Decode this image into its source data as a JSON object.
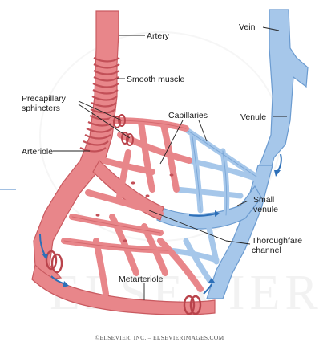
{
  "figure": {
    "labels": {
      "artery": "Artery",
      "vein": "Vein",
      "smooth_muscle": "Smooth muscle",
      "precapillary_line1": "Precapillary",
      "precapillary_line2": "sphincters",
      "capillaries": "Capillaries",
      "venule": "Venule",
      "arteriole": "Arteriole",
      "small_venule_line1": "Small",
      "small_venule_line2": "venule",
      "thoroughfare_line1": "Thoroughfare",
      "thoroughfare_line2": "channel",
      "metarteriole": "Metarteriole"
    },
    "watermark": "ELSEVIER",
    "credit": "©ELSEVIER, INC. – ELSEVIERIMAGES.COM"
  },
  "colors": {
    "arterial": "#e8868a",
    "arterial_dark": "#c95a60",
    "venous": "#9fc2e6",
    "venous_dark": "#6b9bd0",
    "flow_arrow": "#2c6fb8"
  }
}
